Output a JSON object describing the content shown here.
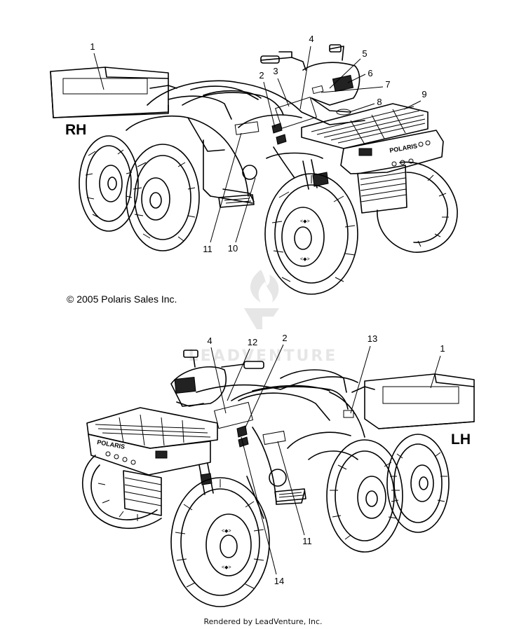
{
  "diagram": {
    "side_labels": {
      "right": "RH",
      "left": "LH"
    },
    "copyright": "© 2005 Polaris Sales Inc.",
    "brand_decal": "POLARIS",
    "watermark": "LEADVENTURE",
    "footer": "Rendered by LeadVenture, Inc.",
    "callouts_rh": [
      "1",
      "2",
      "3",
      "4",
      "5",
      "6",
      "7",
      "8",
      "9",
      "10",
      "11"
    ],
    "callouts_lh": [
      "4",
      "12",
      "2",
      "13",
      "1",
      "11",
      "14"
    ]
  }
}
